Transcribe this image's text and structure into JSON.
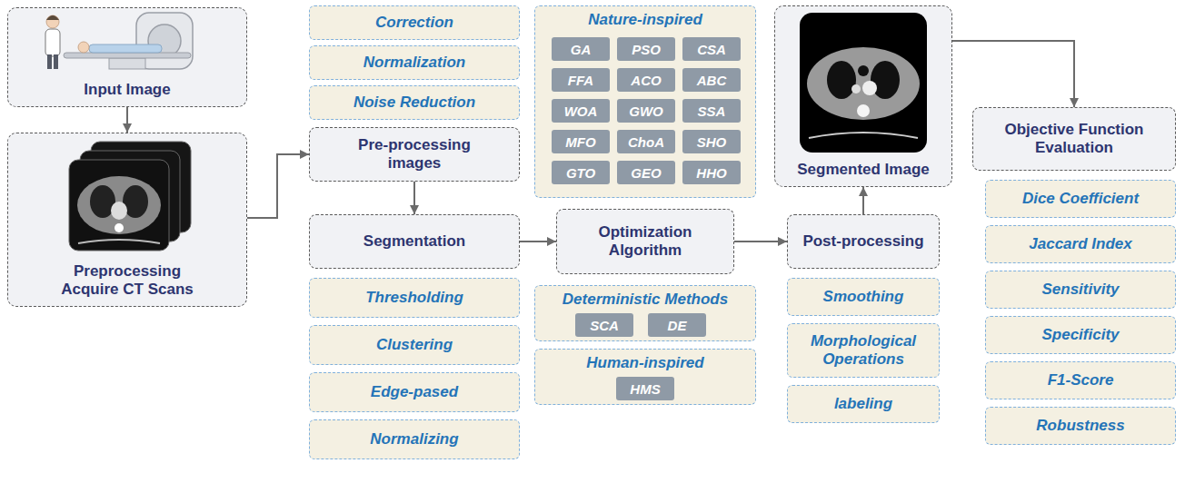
{
  "diagram": {
    "nodes": [
      {
        "text": [
          "Input Image"
        ]
      },
      {
        "text": [
          "Preprocessing Acquire CT Scans"
        ]
      },
      {
        "text": [
          "Correction"
        ]
      },
      {
        "text": [
          "Normalization"
        ]
      },
      {
        "text": [
          "Noise Reduction"
        ]
      },
      {
        "text": [
          "Pre-processing images"
        ]
      },
      {
        "text": [
          "Segmentation"
        ]
      },
      {
        "text": [
          "Thresholding"
        ]
      },
      {
        "text": [
          "Clustering"
        ]
      },
      {
        "text": [
          "Edge-pased"
        ]
      },
      {
        "text": [
          "Normalizing"
        ]
      },
      {
        "text": [
          "Nature-inspired"
        ]
      },
      {
        "text": [
          "GA"
        ],
        "in": 11
      },
      {
        "text": [
          "PSO"
        ],
        "in": 11
      },
      {
        "text": [
          "CSA"
        ],
        "in": 11
      },
      {
        "text": [
          "FFA"
        ],
        "in": 11
      },
      {
        "text": [
          "ACO"
        ],
        "in": 11
      },
      {
        "text": [
          "ABC"
        ],
        "in": 11
      },
      {
        "text": [
          "WOA"
        ],
        "in": 11
      },
      {
        "text": [
          "GWO"
        ],
        "in": 11
      },
      {
        "text": [
          "SSA"
        ],
        "in": 11
      },
      {
        "text": [
          "MFO"
        ],
        "in": 11
      },
      {
        "text": [
          "ChoA"
        ],
        "in": 11
      },
      {
        "text": [
          "SHO"
        ],
        "in": 11
      },
      {
        "text": [
          "GTO"
        ],
        "in": 11
      },
      {
        "text": [
          "GEO"
        ],
        "in": 11
      },
      {
        "text": [
          "HHO"
        ],
        "in": 11
      },
      {
        "text": [
          "Optimization Algorithm"
        ]
      },
      {
        "text": [
          "Deterministic Methods"
        ]
      },
      {
        "text": [
          "SCA"
        ],
        "in": 28
      },
      {
        "text": [
          "DE"
        ],
        "in": 28
      },
      {
        "text": [
          "Human-inspired"
        ]
      },
      {
        "text": [
          "HMS"
        ],
        "in": 31
      },
      {
        "text": [
          "Segmented Image"
        ]
      },
      {
        "text": [
          "Post-processing"
        ]
      },
      {
        "text": [
          "Smoothing"
        ]
      },
      {
        "text": [
          "Morphological Operations"
        ]
      },
      {
        "text": [
          "labeling"
        ]
      },
      {
        "text": [
          "Objective Function Evaluation"
        ]
      },
      {
        "text": [
          "Dice Coefficient"
        ]
      },
      {
        "text": [
          "Jaccard Index"
        ]
      },
      {
        "text": [
          "Sensitivity"
        ]
      },
      {
        "text": [
          "Specificity"
        ]
      },
      {
        "text": [
          "F1-Score"
        ]
      },
      {
        "text": [
          "Robustness"
        ]
      }
    ],
    "edges": [
      {
        "from": 0,
        "to": 1,
        "arrow": "to"
      },
      {
        "from": 1,
        "to": 5,
        "arrow": "to"
      },
      {
        "from": 5,
        "to": 6,
        "arrow": "to"
      },
      {
        "from": 6,
        "to": 27,
        "arrow": "to"
      },
      {
        "from": 27,
        "to": 34,
        "arrow": "to"
      },
      {
        "from": 34,
        "to": 33,
        "arrow": "to"
      },
      {
        "from": 33,
        "to": 38,
        "arrow": "to"
      }
    ]
  }
}
